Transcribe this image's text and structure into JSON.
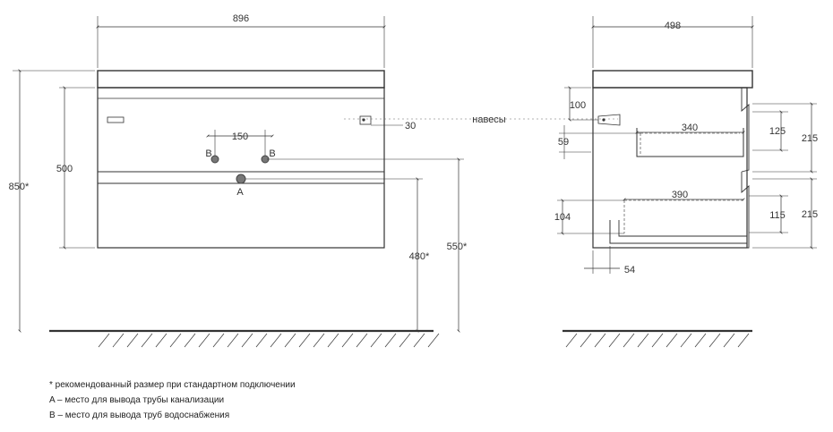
{
  "front_view": {
    "width": "896",
    "height_total": "850*",
    "height_body": "500",
    "pipe_spacing": "150",
    "hinge_offset": "30",
    "height_floor_to_top_of_body": "550*",
    "height_floor_to_bottom_of_body": "480*",
    "label_a": "A",
    "label_b_left": "B",
    "label_b_right": "B"
  },
  "side_view": {
    "depth": "498",
    "hinge_drop": "100",
    "upper_drawer_depth": "340",
    "upper_drawer_offset": "59",
    "upper_drawer_height": "125",
    "upper_front_height": "215",
    "lower_drawer_depth": "390",
    "lower_drawer_offset": "104",
    "lower_drawer_height": "115",
    "lower_front_height": "215",
    "bottom_offset": "54"
  },
  "callout": {
    "hinges": "навесы"
  },
  "notes": {
    "recommended": "* рекомендованный размер при стандартном подключении",
    "a_meaning": "A – место для вывода трубы канализации",
    "b_meaning": "B – место для вывода труб водоснабжения"
  }
}
